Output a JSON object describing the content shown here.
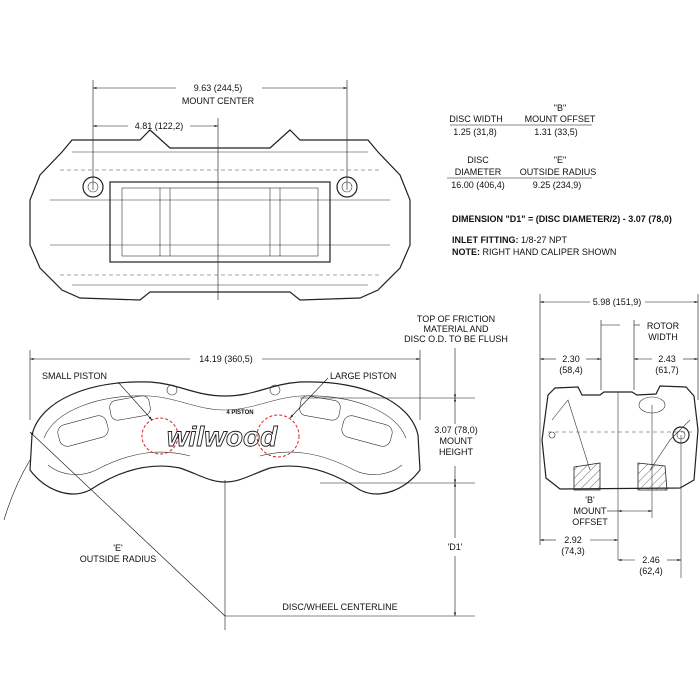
{
  "top_view": {
    "mount_center_value": "9.63 (244,5)",
    "mount_center_label": "MOUNT CENTER",
    "half_mount_value": "4.81 (122,2)"
  },
  "spec_table": {
    "disc_width_header": "DISC WIDTH",
    "b_header_1": "\"B\"",
    "b_header_2": "MOUNT OFFSET",
    "disc_width_value": "1.25  (31,8)",
    "mount_offset_value": "1.31  (33,5)",
    "disc_diameter_header_1": "DISC",
    "disc_diameter_header_2": "DIAMETER",
    "e_header_1": "\"E\"",
    "e_header_2": "OUTSIDE RADIUS",
    "disc_diameter_value": "16.00  (406,4)",
    "outside_radius_value": "9.25  (234,9)"
  },
  "notes": {
    "dimension_d1": "DIMENSION \"D1\" = (DISC DIAMETER/2) - 3.07 (78,0)",
    "inlet_label": "INLET FITTING:",
    "inlet_value": " 1/8-27 NPT",
    "note_label": "NOTE:",
    "note_value": " RIGHT HAND CALIPER SHOWN"
  },
  "side_view": {
    "overall_width": "14.19 (360,5)",
    "small_piston": "SMALL PISTON",
    "large_piston": "LARGE PISTON",
    "logo": "wilwood",
    "piston_count": "4 PISTON",
    "friction_note_1": "TOP OF FRICTION",
    "friction_note_2": "MATERIAL AND",
    "friction_note_3": "DISC O.D. TO BE FLUSH",
    "mount_height_1": "3.07 (78,0)",
    "mount_height_2": "MOUNT",
    "mount_height_3": "HEIGHT",
    "d1": "'D1'",
    "e_1": "'E'",
    "e_2": "OUTSIDE RADIUS",
    "centerline": "DISC/WHEEL CENTERLINE"
  },
  "end_view": {
    "overall": "5.98 (151,9)",
    "rotor_1": "ROTOR",
    "rotor_2": "WIDTH",
    "left_in_1": "2.30",
    "left_in_2": "(58,4)",
    "right_in_1": "2.43",
    "right_in_2": "(61,7)",
    "b_1": "'B'",
    "b_2": "MOUNT",
    "b_3": "OFFSET",
    "left_out_1": "2.92",
    "left_out_2": "(74,3)",
    "right_out_1": "2.46",
    "right_out_2": "(62,4)"
  },
  "colors": {
    "line": "#222222",
    "piston_highlight": "#dd2222"
  }
}
